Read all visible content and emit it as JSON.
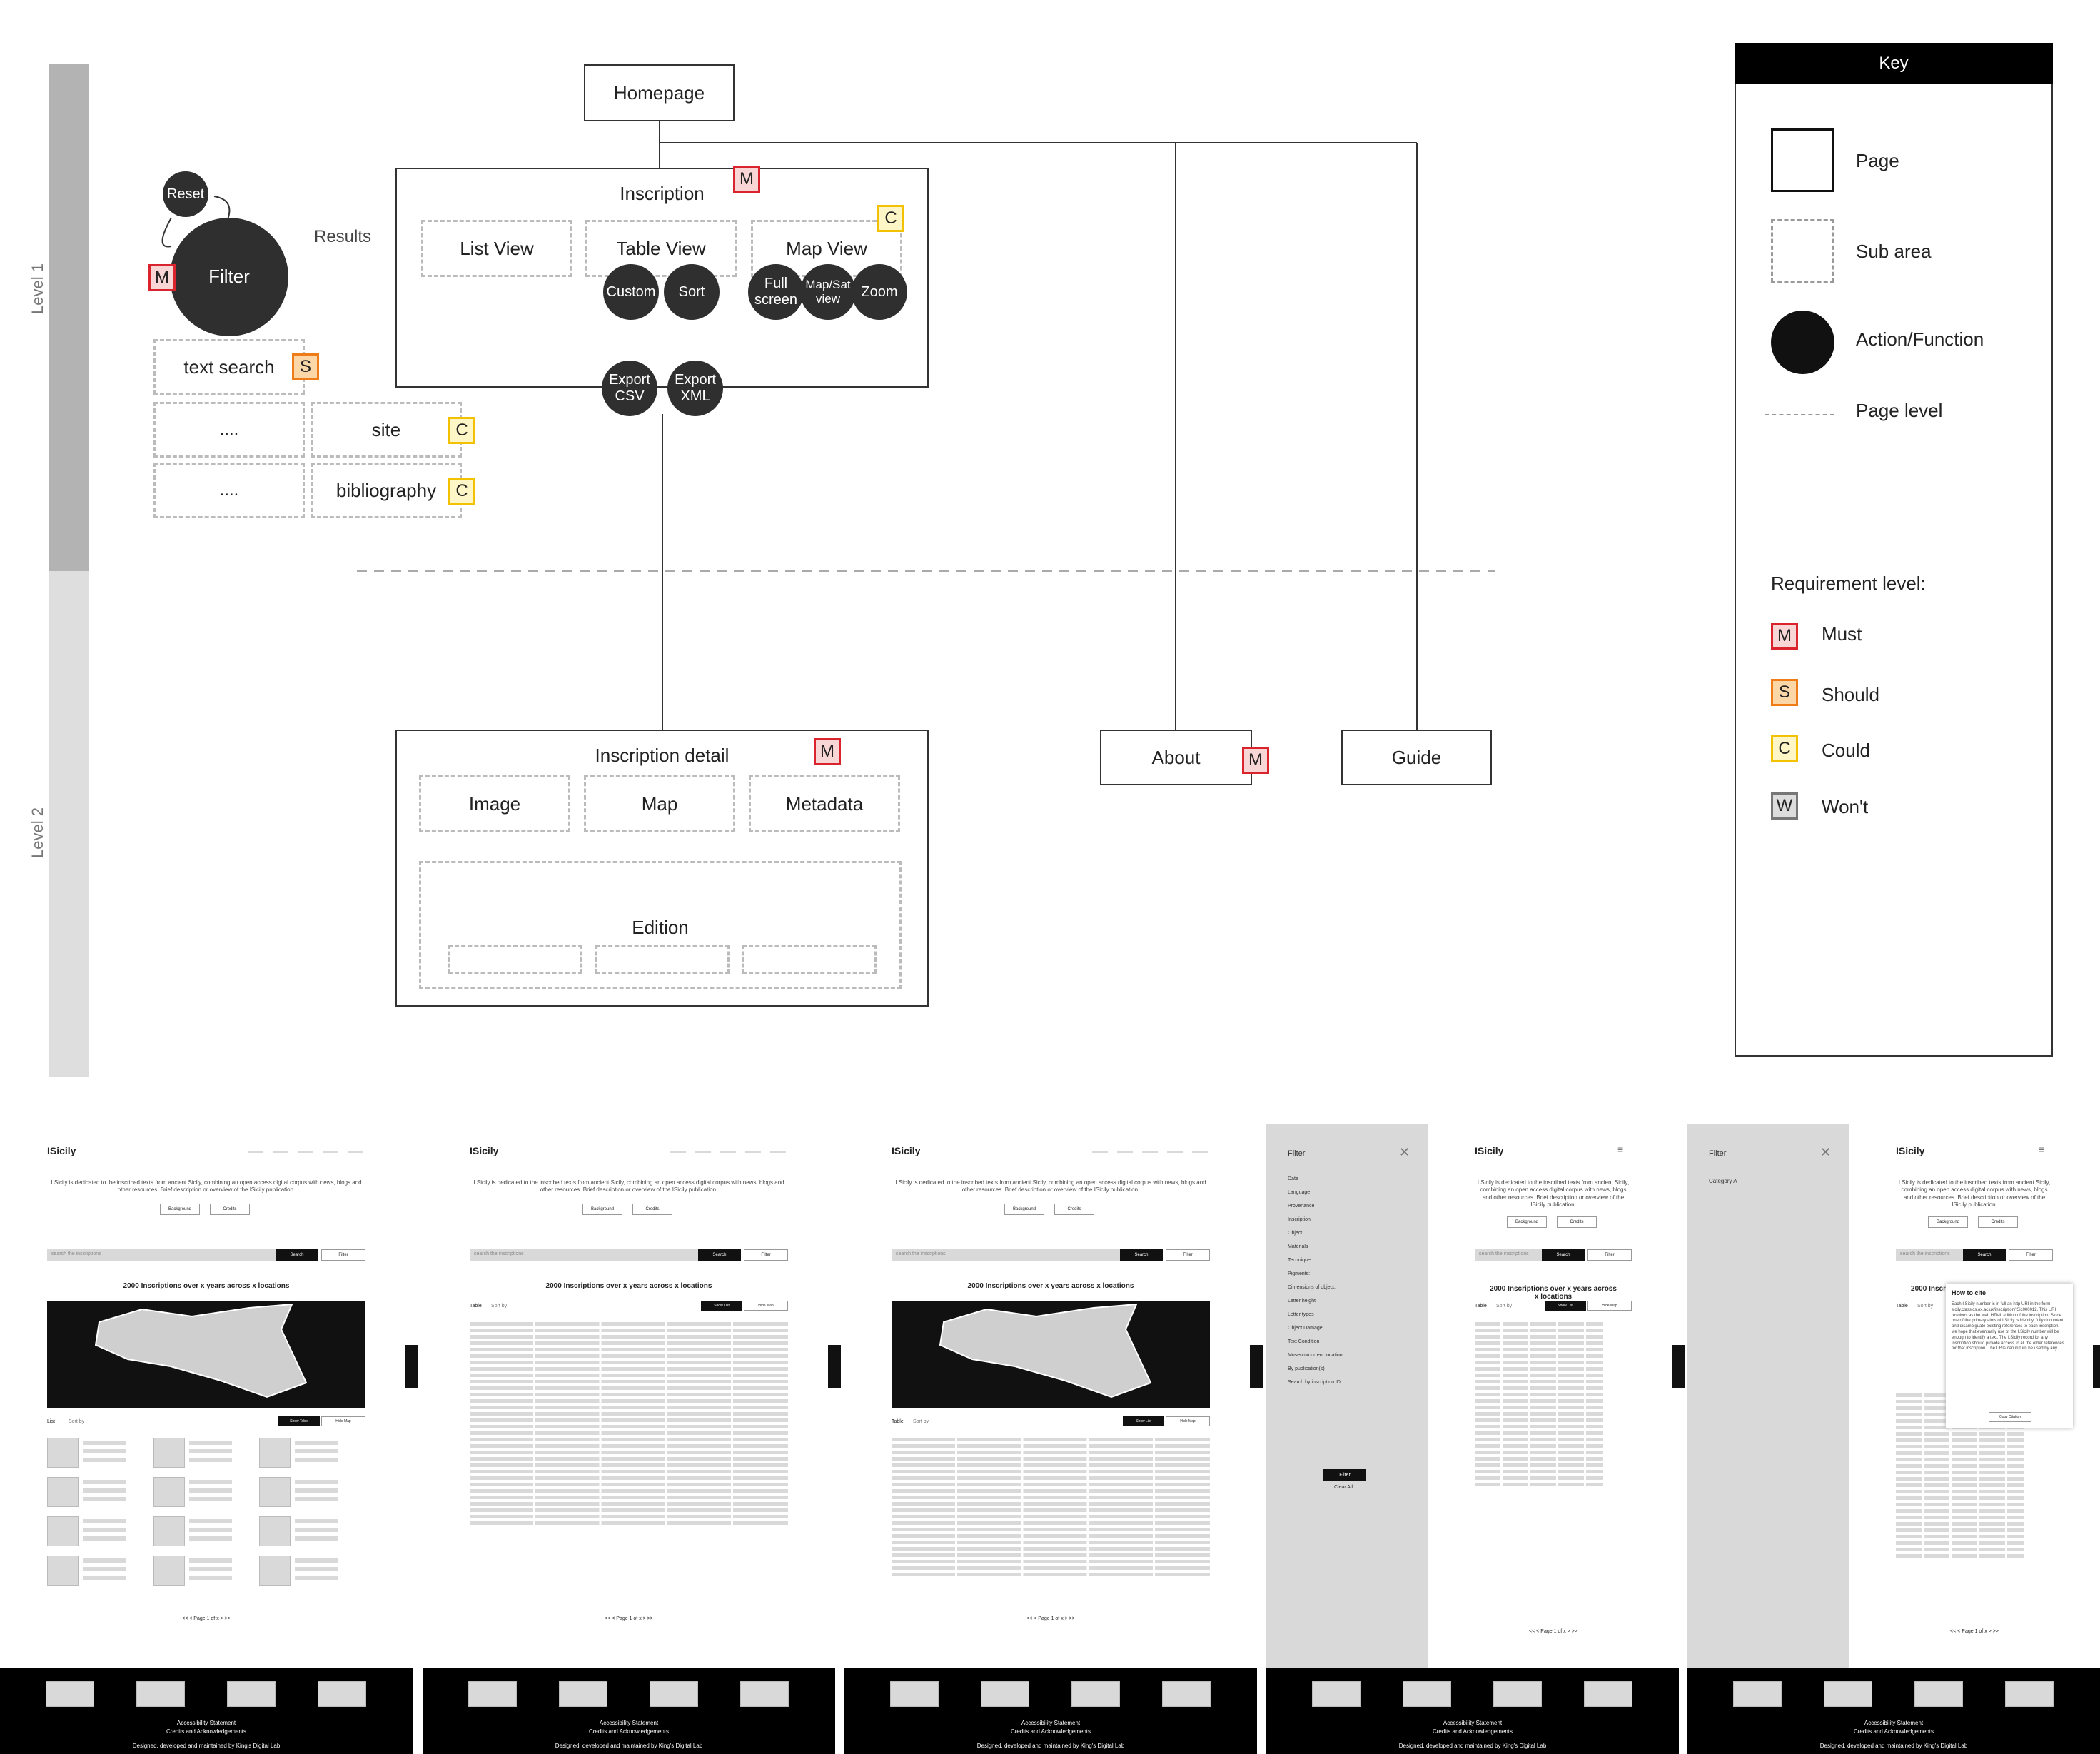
{
  "levels": {
    "level1": "Level 1",
    "level2": "Level 2"
  },
  "homepage": "Homepage",
  "results": "Results",
  "filter": {
    "reset": "Reset",
    "filter": "Filter",
    "text_search": "text search",
    "site": "site",
    "bibliography": "bibliography",
    "dots": "...."
  },
  "inscription": {
    "title": "Inscription",
    "list_view": "List View",
    "table_view": "Table View",
    "map_view": "Map View",
    "custom": "Custom",
    "sort": "Sort",
    "full_screen": "Full screen",
    "map_sat": "Map/Sat view",
    "zoom": "Zoom",
    "export_csv": "Export CSV",
    "export_xml": "Export XML"
  },
  "detail": {
    "title": "Inscription detail",
    "image": "Image",
    "map": "Map",
    "metadata": "Metadata",
    "edition": "Edition"
  },
  "about": "About",
  "guide": "Guide",
  "badges": {
    "m": "M",
    "s": "S",
    "c": "C",
    "w": "W"
  },
  "key": {
    "title": "Key",
    "page": "Page",
    "sub_area": "Sub area",
    "action": "Action/Function",
    "page_level": "Page level",
    "req_level": "Requirement level:",
    "must": "Must",
    "should": "Should",
    "could": "Could",
    "wont": "Won't"
  },
  "colors": {
    "must": "#d9232d",
    "should": "#ef7c16",
    "could": "#f2c200",
    "wont": "#777777"
  },
  "wireframes": {
    "logo": "ISicily",
    "intro": "I.Sicily is dedicated to the inscribed texts from ancient Sicily, combining an open access digital corpus with news, blogs and other resources. Brief description or overview of the ISicily publication.",
    "btn_background": "Background",
    "btn_credits": "Credits",
    "search_placeholder": "search the inscriptions",
    "search_btn": "Search",
    "filter_btn": "Filter",
    "results_heading": "2000 Inscriptions over x years across x locations",
    "list": "List",
    "table": "Table",
    "sort_by": "Sort by",
    "show_table": "Show Table",
    "show_list": "Show List",
    "hide_map": "Hide Map",
    "pager": "<< < Page 1 of x > >>",
    "footer_accessibility": "Accessibility Statement",
    "footer_credits": "Credits and Acknowledgements",
    "footer_designed": "Designed, developed and maintained by King's Digital Lab",
    "filter_panel_title": "Filter",
    "category": "Category A",
    "cite_title": "How to cite",
    "cite_text": "Each I.Sicily number is in full an http URI in the form sicily.classics.ox.ac.uk/inscription/ISic000012. This URI resolves as the web HTML edition of the inscription. Since one of the primary aims of I.Sicily is identify, fully document, and disambiguate existing references to each inscription, we hope that eventually use of the I.Sicily number will be enough to identify a text. The I.Sicily record for any inscription should provide access to all the other references for that inscription. The URIs can in turn be used by any.",
    "copy_citation": "Copy Citation",
    "filter_items": [
      "Date",
      "Language",
      "Provenance",
      "Inscription",
      "Object",
      "Materials",
      "Technique",
      "Pigments:",
      "Dimensions of object:",
      "Letter height",
      "Letter types",
      "Object Damage",
      "Text Condition",
      "Museum/current location",
      "By publication(s)",
      "Search by inscription ID"
    ],
    "filter_apply": "Filter",
    "clear_all": "Clear All"
  }
}
